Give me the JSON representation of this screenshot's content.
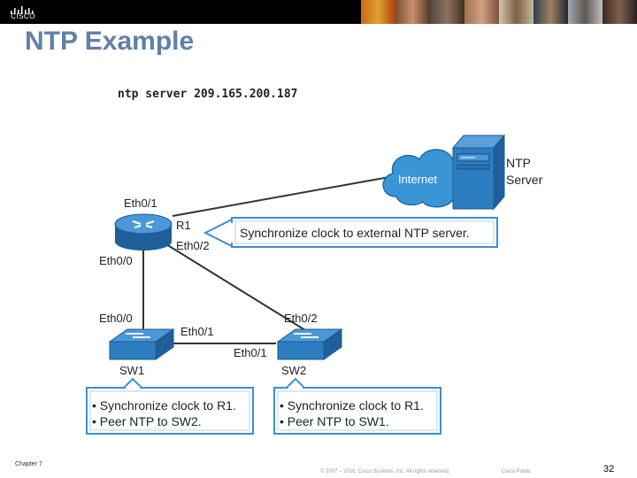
{
  "brand": {
    "logo_text": "CISCO"
  },
  "slide": {
    "title": "NTP Example"
  },
  "diagram": {
    "command": "ntp server 209.165.200.187",
    "internet_label": "Internet",
    "ntp_server_label_line1": "NTP",
    "ntp_server_label_line2": "Server",
    "r1": {
      "name": "R1",
      "eth01": "Eth0/1",
      "eth02": "Eth0/2",
      "eth00": "Eth0/0",
      "callout": "Synchronize clock to external NTP server."
    },
    "sw1": {
      "name": "SW1",
      "eth00": "Eth0/0",
      "eth01": "Eth0/1",
      "bullets": [
        "• Synchronize clock to R1.",
        "• Peer NTP to SW2."
      ]
    },
    "sw2": {
      "name": "SW2",
      "eth02": "Eth0/2",
      "eth01": "Eth0/1",
      "bullets": [
        "• Synchronize clock to R1.",
        "• Peer NTP to SW1."
      ]
    }
  },
  "footer": {
    "chapter": "Chapter 7",
    "copyright": "© 2007 – 2016, Cisco Systems, Inc. All rights reserved.",
    "classification": "Cisco Public",
    "page": "32"
  },
  "colors": {
    "device_blue": "#2d7ec0",
    "cloud_blue": "#3a95d6",
    "callout_border": "#3a8fd4",
    "title": "#6080a8"
  }
}
